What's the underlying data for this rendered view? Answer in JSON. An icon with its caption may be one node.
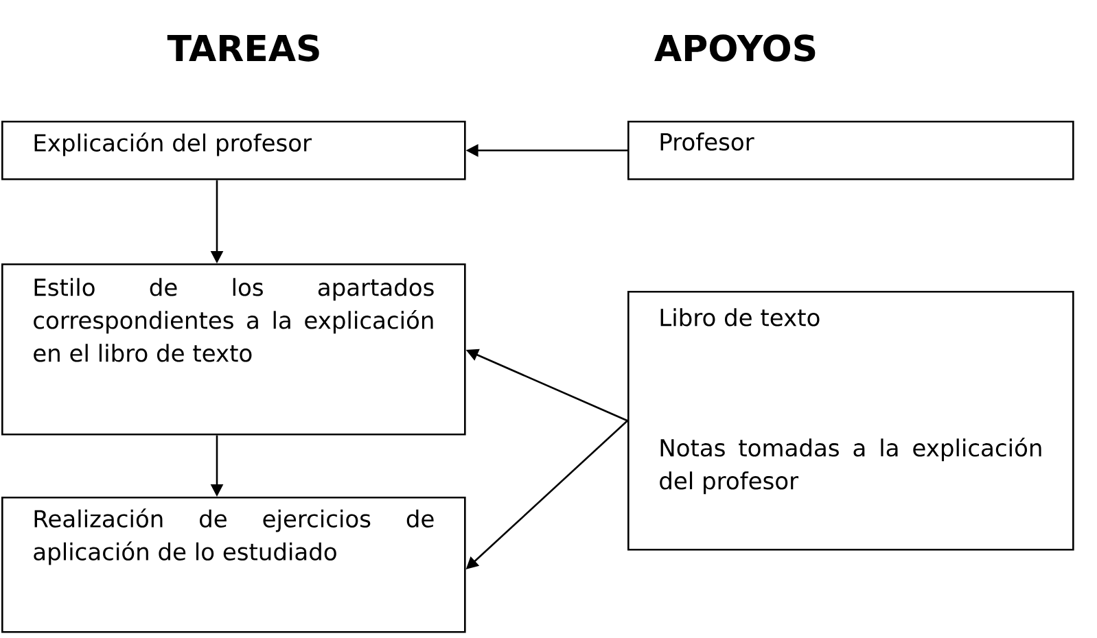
{
  "diagram": {
    "nodes": [
      {
        "text": [
          "Explicación del profesor"
        ]
      },
      {
        "text": [
          "Profesor"
        ]
      },
      {
        "text": [
          "Estilo de los apartados correspondientes a la explicación en el libro de texto"
        ]
      },
      {
        "text": [
          "Libro de texto",
          "Notas tomadas a la explicación del profesor"
        ]
      },
      {
        "text": [
          "Realización de ejercicios de aplicación de lo estudiado"
        ]
      }
    ],
    "edges": [
      {
        "from": 1,
        "to": 0,
        "arrow": "to"
      },
      {
        "from": 0,
        "to": 2,
        "arrow": "to"
      },
      {
        "from": 2,
        "to": 4,
        "arrow": "to"
      },
      {
        "from": 3,
        "to": 2,
        "arrow": "to"
      },
      {
        "from": 3,
        "to": 4,
        "arrow": "to"
      }
    ],
    "labels": [
      "TAREAS",
      "APOYOS"
    ]
  }
}
